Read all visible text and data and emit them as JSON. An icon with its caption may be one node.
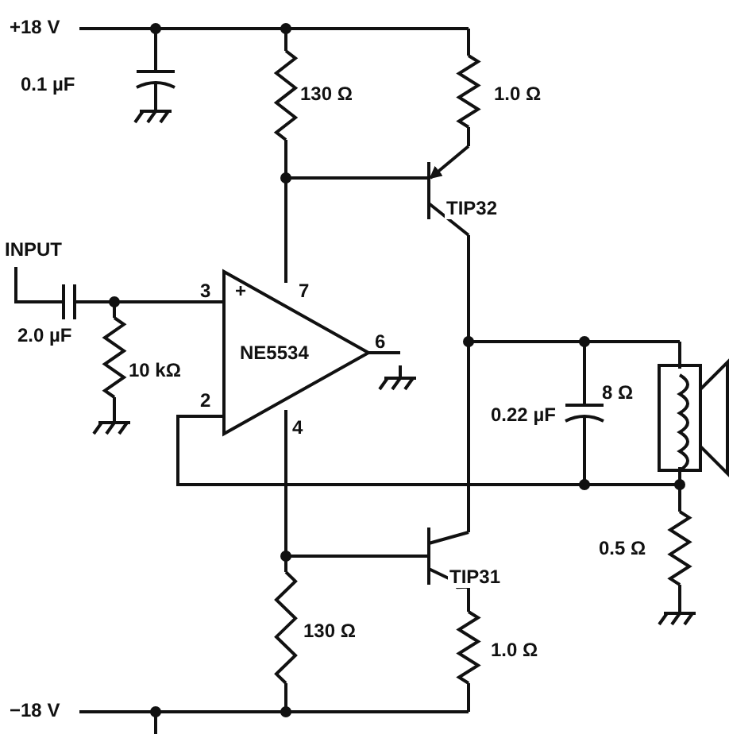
{
  "diagram": {
    "labels": [
      "+18 V",
      "0.1 µF",
      "130 Ω",
      "1.0 Ω",
      "TIP32",
      "INPUT",
      "3",
      "7",
      "+",
      "NE5534",
      "6",
      "2.0 µF",
      "10 kΩ",
      "0.22 µF",
      "8 Ω",
      "2",
      "4",
      "TIP31",
      "0.5 Ω",
      "130 Ω",
      "1.0 Ω",
      "−18 V"
    ]
  }
}
